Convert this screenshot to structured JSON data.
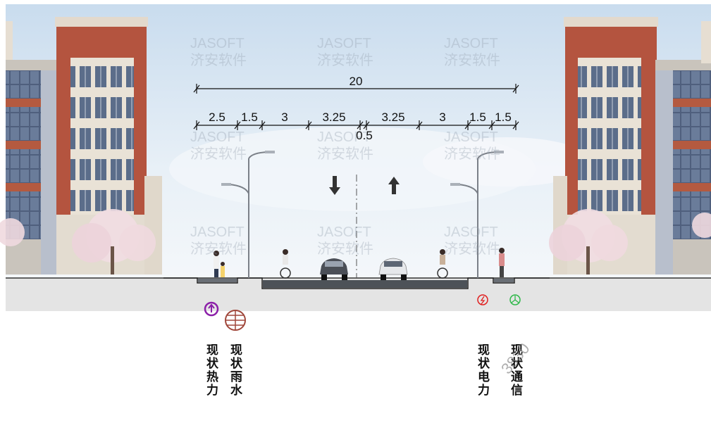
{
  "dimensions": {
    "total": "20",
    "segments": [
      "2.5",
      "1.5",
      "3",
      "3.25",
      "0.5",
      "3.25",
      "3",
      "1.5",
      "1.5"
    ]
  },
  "watermark": {
    "line1": "JASOFT",
    "line2": "济安软件"
  },
  "pipelines": {
    "left_heat": "现状热力",
    "left_rain": "现状雨水",
    "right_power": "现状电力",
    "right_comm": "现状通信"
  },
  "stamp_text": "3830",
  "colors": {
    "sky": "#dce8f3",
    "brick": "#b4543f",
    "road": "#555a60",
    "heat_icon": "#8b1fa8",
    "rain_icon": "#a0473b",
    "power_icon": "#e02020",
    "comm_icon": "#2fb84a"
  }
}
